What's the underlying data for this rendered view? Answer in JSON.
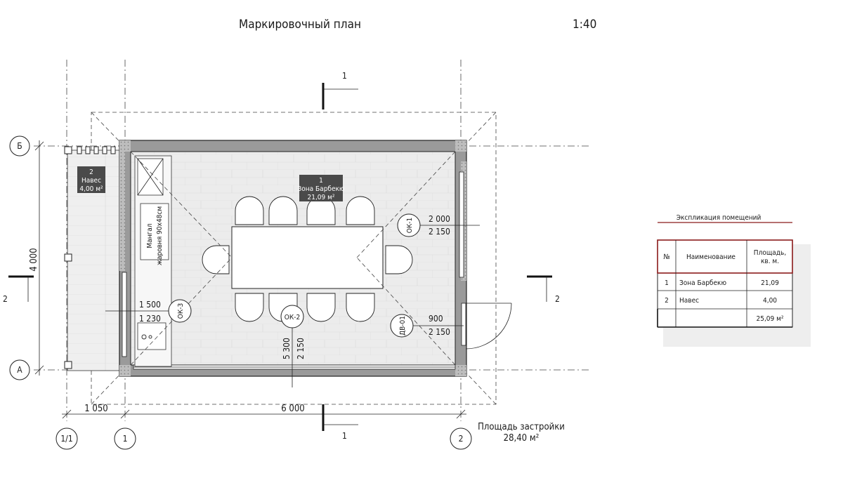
{
  "title": "Маркировочный план",
  "scale": "1:40",
  "axes": {
    "horizontal": [
      "Б",
      "А"
    ],
    "vertical": [
      "1/1",
      "1",
      "2"
    ]
  },
  "sections": {
    "section_1": "1",
    "section_2": "2"
  },
  "dimensions": {
    "total_height": "4 000",
    "canopy_width": "1 050",
    "main_width": "6 000",
    "ok1_width": "2 000",
    "ok1_height": "2 150",
    "ok2_width": "5 300",
    "ok2_height": "2 150",
    "ok3_width": "1 500",
    "ok3_height": "1 230",
    "dv_width": "900",
    "dv_height": "2 150"
  },
  "openings": {
    "ok1": "ОК-1",
    "ok2": "ОК-2",
    "ok3": "ОК-3",
    "dv": "ДВ-01"
  },
  "rooms": [
    {
      "num": "1",
      "name": "Зона Барбекю",
      "area": "21,09 м²"
    },
    {
      "num": "2",
      "name": "Навес",
      "area": "4,00 м²"
    }
  ],
  "equipment": {
    "grill_line1": "Мангал",
    "grill_line2": "жаровня 90х48см"
  },
  "building_area": {
    "label": "Площадь застройки",
    "value": "28,40 м²"
  },
  "explication": {
    "title": "Экспликация помещений",
    "headers": [
      "№",
      "Наименование",
      "Площадь, кв. м."
    ],
    "rows": [
      {
        "num": "1",
        "name": "Зона Барбекю",
        "area": "21,09"
      },
      {
        "num": "2",
        "name": "Навес",
        "area": "4,00"
      }
    ],
    "total": "25,09 м²"
  },
  "colors": {
    "line": "#222222",
    "wall_fill": "#9a9a9a",
    "room_fill": "#ececec",
    "label_bg": "#4a4a4a",
    "table_accent": "#8b1a1a"
  }
}
